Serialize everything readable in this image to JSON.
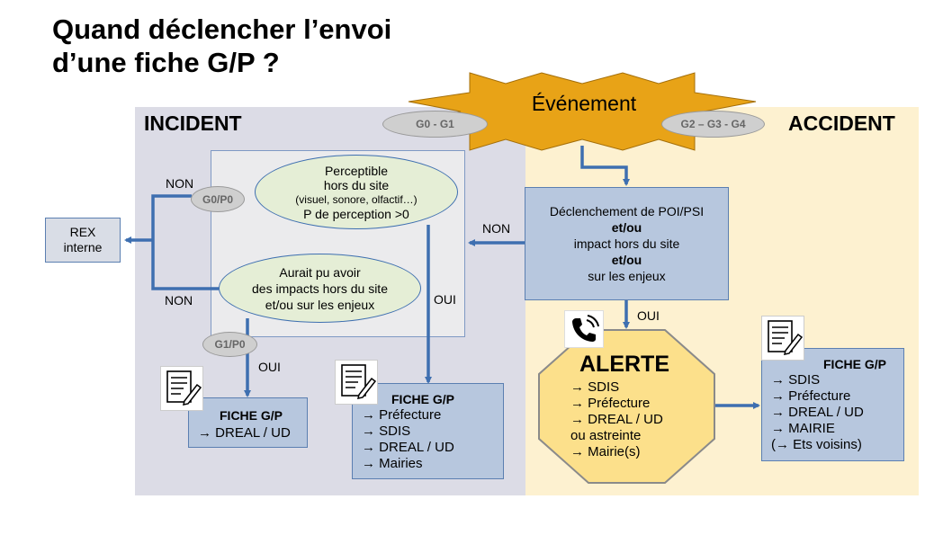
{
  "title": {
    "line1": "Quand déclencher l’envoi",
    "line2": "d’une fiche G/P ?"
  },
  "zones": {
    "incident": "INCIDENT",
    "accident": "ACCIDENT"
  },
  "event": {
    "label": "Événement",
    "tag_incident": "G0 - G1",
    "tag_accident": "G2 – G3 - G4"
  },
  "trigger_box": {
    "line1": "Déclenchement de POI/PSI",
    "line2": "et/ou",
    "line3": "impact hors du site",
    "line4": "et/ou",
    "line5": "sur les enjeux"
  },
  "perceptible": {
    "line1": "Perceptible",
    "line2": "hors du site",
    "line3": "(visuel, sonore, olfactif…)",
    "line4": "P de perception >0",
    "tag": "G0/P0"
  },
  "impacts": {
    "line1": "Aurait pu avoir",
    "line2": "des impacts hors du site",
    "line3": "et/ou sur les enjeux",
    "tag": "G1/P0"
  },
  "rex": {
    "line1": "REX",
    "line2": "interne"
  },
  "labels": {
    "non_top": "NON",
    "non_bottom": "NON",
    "non_middle": "NON",
    "oui_left": "OUI",
    "oui_center": "OUI",
    "oui_right": "OUI"
  },
  "fiche1": {
    "title": "FICHE G/P",
    "items": [
      "→ DREAL / UD"
    ]
  },
  "fiche2": {
    "title": "FICHE G/P",
    "items": [
      "→ Préfecture",
      "→ SDIS",
      "→ DREAL / UD",
      "→ Mairies"
    ]
  },
  "alerte": {
    "title": "ALERTE",
    "items": [
      "→ SDIS",
      "→ Préfecture",
      "→ DREAL / UD",
      "ou astreinte",
      "→ Mairie(s)"
    ]
  },
  "fiche3": {
    "title": "FICHE G/P",
    "items": [
      "→ SDIS",
      "→ Préfecture",
      "→ DREAL / UD",
      "→ MAIRIE",
      "(→ Ets voisins)"
    ]
  },
  "icons": [
    "document-pencil-icon",
    "phone-icon"
  ],
  "colors": {
    "incident_bg": "#dcdce6",
    "accident_bg": "#fdf1d0",
    "event_star": "#e8a317",
    "box_fill": "#b7c7de",
    "arrow": "#3e6fb0",
    "oval_fill": "#e5eed6",
    "alerte_fill": "#fce08b"
  }
}
